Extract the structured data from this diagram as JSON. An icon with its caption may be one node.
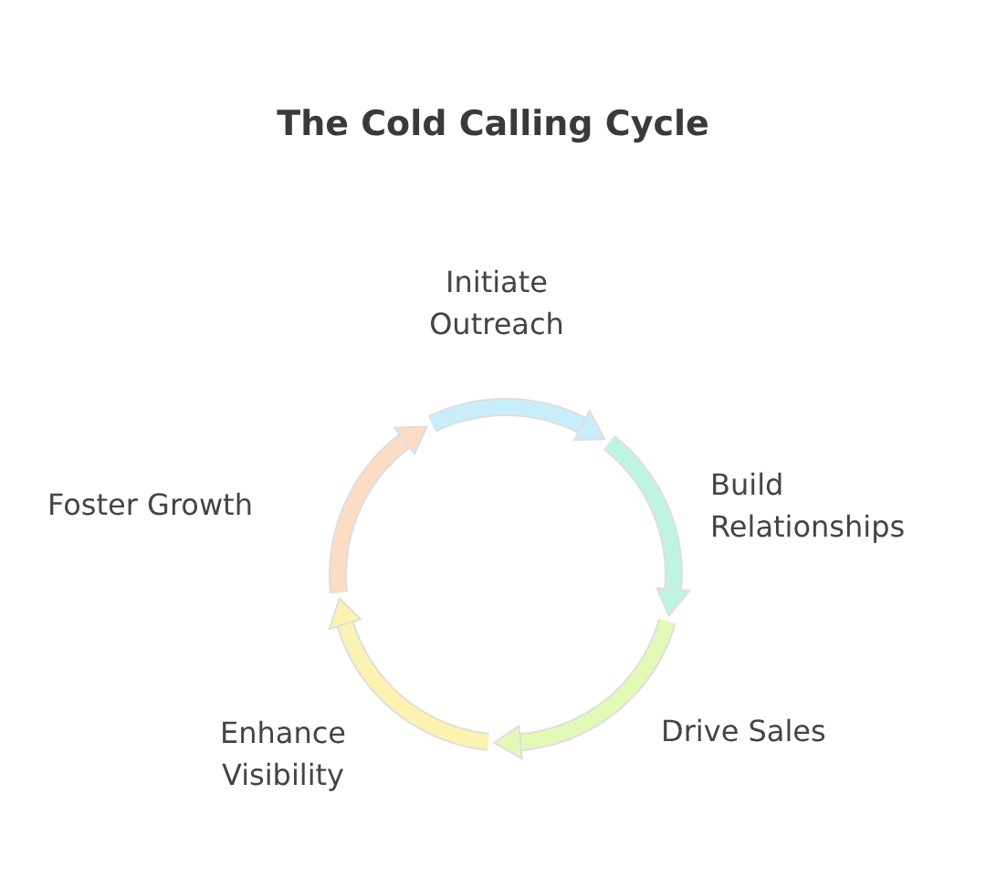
{
  "diagram": {
    "title": "The Cold Calling Cycle",
    "nodes": [
      {
        "text": [],
        "shape": "arc",
        "beside": [
          "Initiate Outreach"
        ]
      },
      {
        "text": [],
        "shape": "arc",
        "beside": [
          "Build Relationships"
        ]
      },
      {
        "text": [],
        "shape": "arc",
        "beside": [
          "Drive Sales"
        ]
      },
      {
        "text": [],
        "shape": "arc",
        "beside": [
          "Enhance Visibility"
        ]
      },
      {
        "text": [],
        "shape": "arc",
        "beside": [
          "Foster Growth"
        ]
      }
    ],
    "edges": [
      {
        "from": 0,
        "to": 1,
        "arrow": "to",
        "color": "#c9eefb"
      },
      {
        "from": 1,
        "to": 2,
        "arrow": "to",
        "color": "#bdf5e0"
      },
      {
        "from": 2,
        "to": 3,
        "arrow": "to",
        "color": "#e3f9b6"
      },
      {
        "from": 3,
        "to": 4,
        "arrow": "to",
        "color": "#fdf3b0"
      },
      {
        "from": 4,
        "to": 0,
        "arrow": "to",
        "color": "#fddcc4"
      }
    ]
  }
}
